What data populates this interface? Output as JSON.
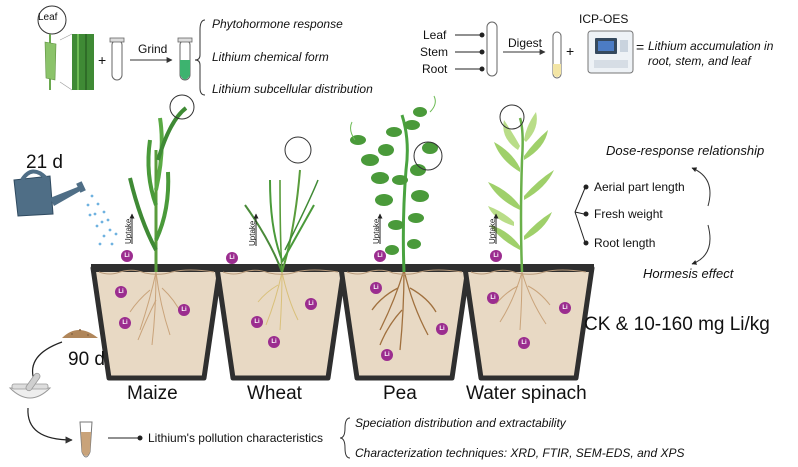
{
  "colors": {
    "li_marker": "#9b2d8f",
    "soil": "#e8d9c4",
    "pot": "#3a3a3a",
    "leaf_green": "#4a9a3a",
    "light_green": "#9fd06a",
    "root": "#c9a37a"
  },
  "top_left": {
    "leaf_label": "Leaf",
    "plus": "+",
    "arrow_label": "Grind",
    "outputs": [
      "Phytohormone response",
      "Lithium chemical form",
      "Lithium subcellular distribution"
    ]
  },
  "top_right": {
    "tissues": [
      "Leaf",
      "Stem",
      "Root"
    ],
    "arrow_label": "Digest",
    "plus": "+",
    "instrument_label": "ICP-OES",
    "equals": "=",
    "result_line1": "Lithium accumulation in",
    "result_line2": "root, stem, and leaf"
  },
  "timing": {
    "days_21": "21 d",
    "days_90": "90 d"
  },
  "uptake_label": "Uptake",
  "li_label": "Li",
  "plants": [
    {
      "name": "Maize",
      "icon": "maize-plant-icon"
    },
    {
      "name": "Wheat",
      "icon": "wheat-plant-icon"
    },
    {
      "name": "Pea",
      "icon": "pea-plant-icon"
    },
    {
      "name": "Water spinach",
      "icon": "water-spinach-plant-icon"
    }
  ],
  "dose": "CK & 10-160 mg Li/kg",
  "response": {
    "top": "Dose-response relationship",
    "items": [
      "Aerial part length",
      "Fresh weight",
      "Root length"
    ],
    "bottom": "Hormesis effect"
  },
  "pollution": {
    "label": "Lithium's pollution characteristics",
    "items": [
      "Speciation distribution and extractability",
      "Characterization techniques: XRD, FTIR, SEM-EDS, and XPS"
    ]
  }
}
